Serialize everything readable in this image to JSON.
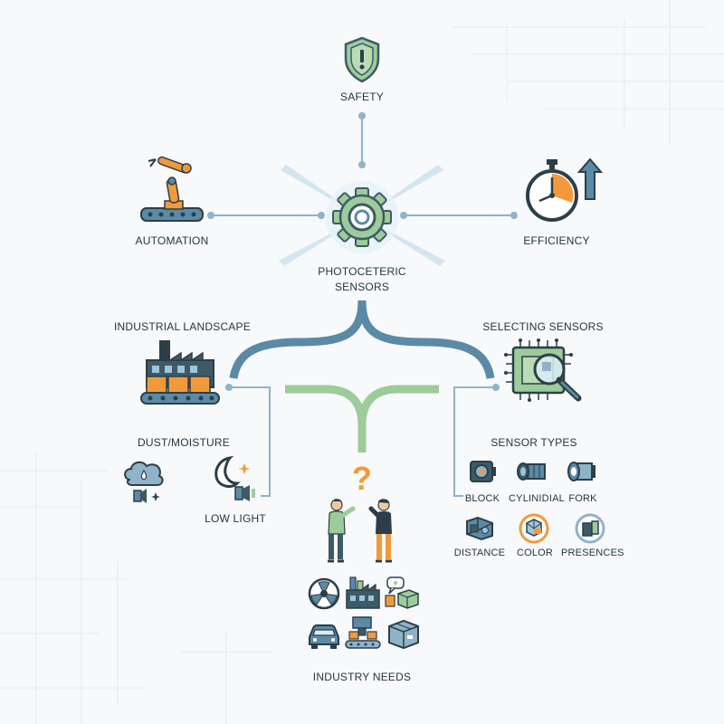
{
  "center": {
    "label_line1": "PHOTOCETERIC",
    "label_line2": "SENSORS"
  },
  "top_nodes": {
    "safety": "SAFETY",
    "automation": "AUTOMATION",
    "efficiency": "EFFICIENCY"
  },
  "left_branch": {
    "title": "INDUSTRIAL LANDSCAPE",
    "dust_moisture": "DUST/MOISTURE",
    "low_light": "LOW LIGHT"
  },
  "right_branch": {
    "title": "SELECTING SENSORS",
    "sensor_types_title": "SENSOR TYPES",
    "types": [
      "BLOCK",
      "CYLINIDIAL",
      "FORK",
      "DISTANCE",
      "COLOR",
      "PRESENCES"
    ]
  },
  "bottom": {
    "question_mark": "?",
    "industry_needs": "INDUSTRY NEEDS"
  },
  "colors": {
    "slate_blue": "#5b8aa6",
    "sage_green": "#9ccc9a",
    "orange": "#f29a3a",
    "dark_navy": "#243640",
    "line": "#8fb3c8"
  }
}
